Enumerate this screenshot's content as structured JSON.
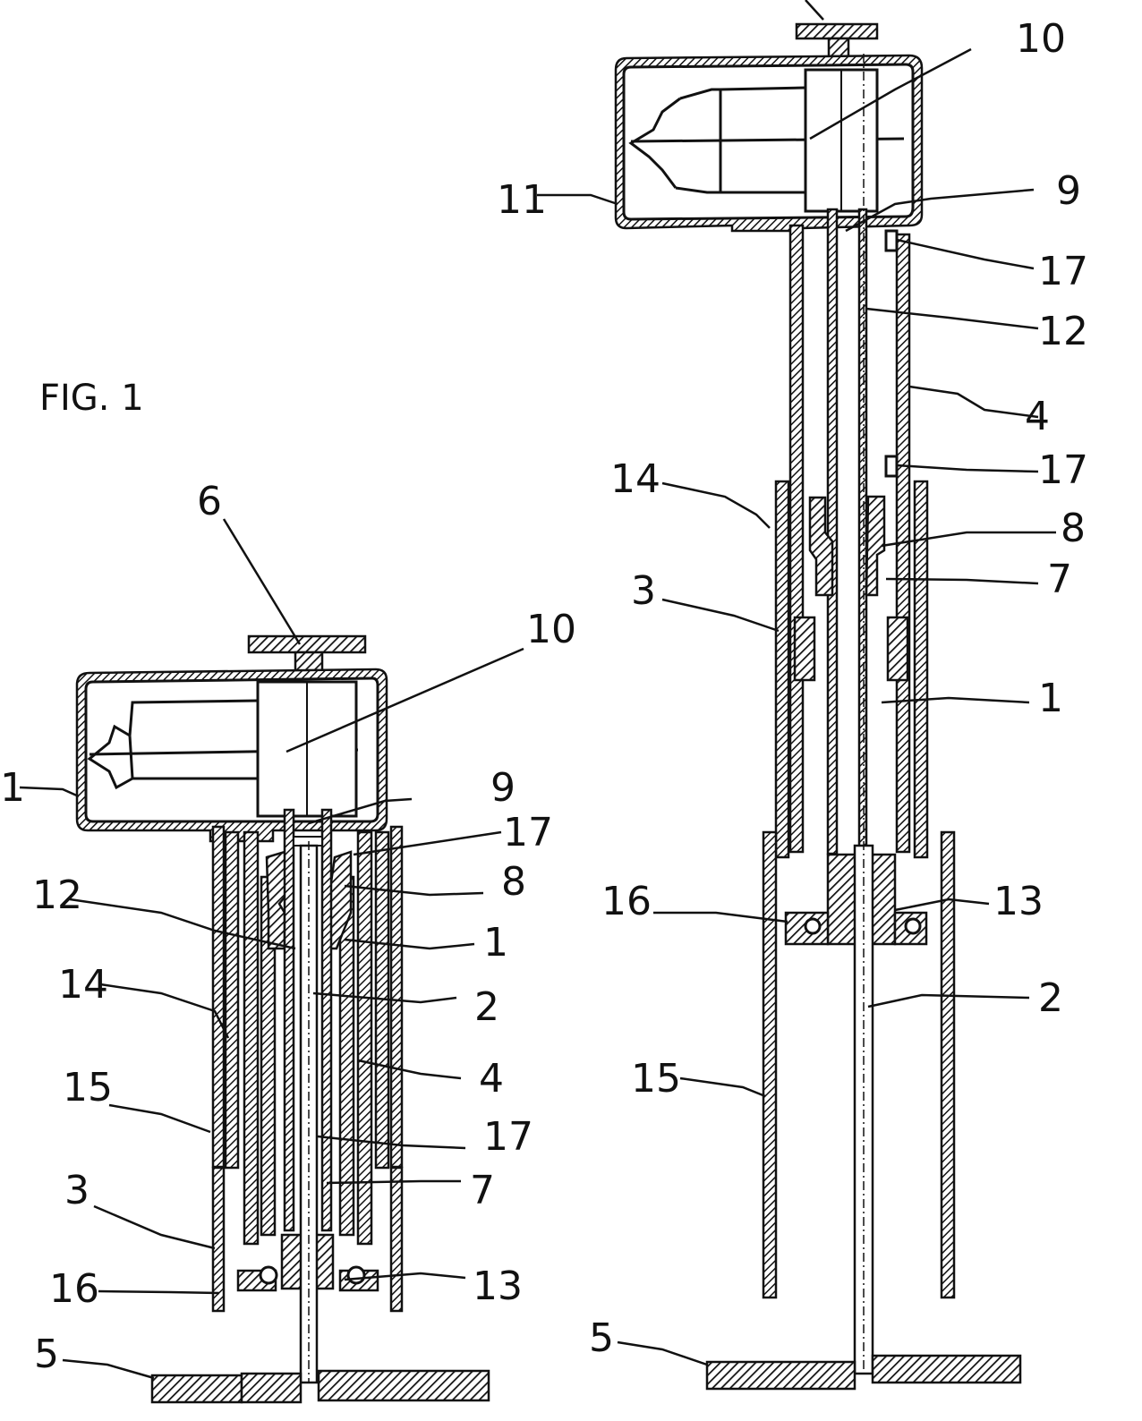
{
  "figure": {
    "title": "FIG. 1"
  },
  "left_view": {
    "labels": {
      "l6": "6",
      "l10": "10",
      "l1a": "1",
      "l9": "9",
      "l17a": "17",
      "l12": "12",
      "l8": "8",
      "l1b": "1",
      "l14": "14",
      "l2": "2",
      "l15": "15",
      "l4": "4",
      "l17b": "17",
      "l3": "3",
      "l7": "7",
      "l16": "16",
      "l13": "13",
      "l5": "5"
    }
  },
  "right_view": {
    "labels": {
      "l10": "10",
      "l11": "11",
      "l9": "9",
      "l17a": "17",
      "l12": "12",
      "l4": "4",
      "l17b": "17",
      "l14": "14",
      "l8": "8",
      "l7": "7",
      "l3": "3",
      "l1": "1",
      "l16": "16",
      "l13": "13",
      "l2": "2",
      "l15": "15",
      "l5": "5"
    }
  }
}
